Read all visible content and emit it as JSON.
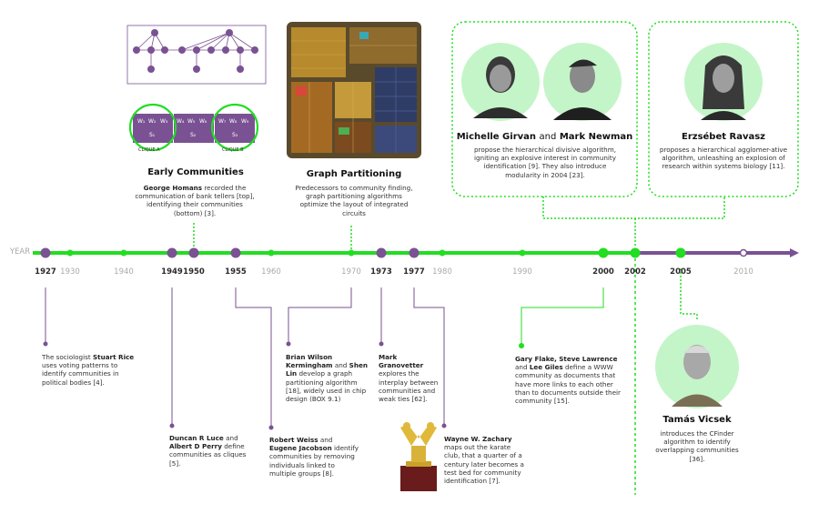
{
  "axis_label": "YEAR",
  "years_major": [
    "1927",
    "1949",
    "1950",
    "1955",
    "1973",
    "1977",
    "2000",
    "2002",
    "2005"
  ],
  "years_minor": [
    "1930",
    "1940",
    "1960",
    "1970",
    "1980",
    "1990",
    "2010"
  ],
  "early": {
    "title": "Early Communities",
    "clique_a": "CLIQUE A",
    "clique_b": "CLIQUE B",
    "lead": "George Homans",
    "rest": "recorded the communication of bank tellers [top], identifying their communities (bottom) [3]."
  },
  "partition": {
    "title": "Graph Partitioning",
    "text": "Predecessors to community finding, graph partitioning algorithms optimize the layout of integrated circuits"
  },
  "girvan": {
    "name1": "Michelle Girvan",
    "and": "and",
    "name2": "Mark Newman",
    "text": "propose the hierarchical divisive algorithm, igniting an explosive interest in community identification [9]. They also introduce modularity in 2004 [23]."
  },
  "ravasz": {
    "name": "Erzsébet Ravasz",
    "text": "proposes a hierarchical agglomer-ative algorithm, unleashing an explosion of research within systems biology [11]."
  },
  "vicsek": {
    "name": "Tamás Vicsek",
    "text": "introduces the CFinder algorithm to identify overlapping communities [36]."
  },
  "rice": {
    "lead": "The sociologist",
    "name": "Stuart Rice",
    "rest": "uses voting patterns to identify communities in political bodies [4]."
  },
  "luce": {
    "name1": "Duncan R Luce",
    "and": "and",
    "name2": "Albert D Perry",
    "rest": "define communities as cliques [5]."
  },
  "weiss": {
    "name1": "Robert Weiss",
    "and": "and",
    "name2": "Eugene Jacobson",
    "rest": "identify communities by removing individuals linked to multiple groups [8]."
  },
  "kernighan": {
    "name1": "Brian Wilson Kermingham",
    "and": "and",
    "name2": "Shen Lin",
    "rest": "develop a graph partitioning algorithm [18], widely used in chip design (BOX 9.1)"
  },
  "granovetter": {
    "name": "Mark Granovetter",
    "rest": "explores the interplay between communities and weak ties [62]."
  },
  "zachary": {
    "name": "Wayne W. Zachary",
    "rest": "maps out the karate club, that a quarter of a century later becomes a test bed for community identification [7]."
  },
  "flake": {
    "name1": "Gary Flake",
    "sep1": ",",
    "name2": "Steve Lawrence",
    "and": "and",
    "name3": "Lee Giles",
    "rest": "define a WWW community as documents that have more links to each other than to documents outside their community [15]."
  },
  "colors": {
    "green": "#22dd22",
    "purple": "#7a5293",
    "mint": "#c4f5c8"
  }
}
